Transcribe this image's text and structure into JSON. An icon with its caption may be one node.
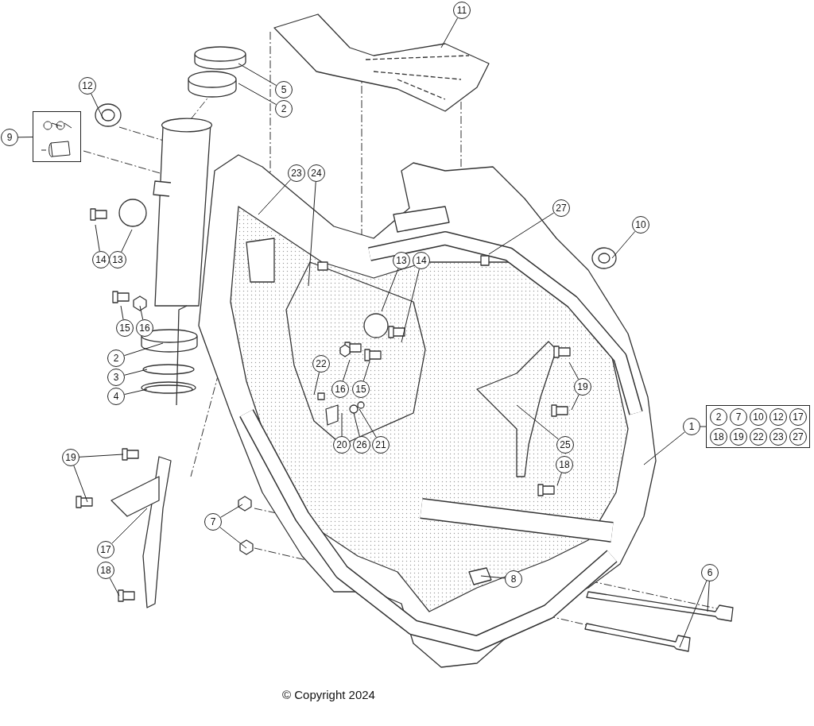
{
  "diagram": {
    "nodes": [
      {
        "text": [
          "11"
        ]
      },
      {
        "text": [
          "5"
        ]
      },
      {
        "text": [
          "12"
        ]
      },
      {
        "text": [
          "2"
        ]
      },
      {
        "text": [
          "9"
        ]
      },
      {
        "text": [],
        "shape": "box"
      },
      {
        "text": [
          "23"
        ]
      },
      {
        "text": [
          "24"
        ]
      },
      {
        "text": [
          "27"
        ]
      },
      {
        "text": [
          "10"
        ]
      },
      {
        "text": [
          "14"
        ]
      },
      {
        "text": [
          "13"
        ]
      },
      {
        "text": [
          "13"
        ]
      },
      {
        "text": [
          "14"
        ]
      },
      {
        "text": [
          "15"
        ]
      },
      {
        "text": [
          "16"
        ]
      },
      {
        "text": [
          "2"
        ]
      },
      {
        "text": [
          "3"
        ]
      },
      {
        "text": [
          "4"
        ]
      },
      {
        "text": [
          "22"
        ]
      },
      {
        "text": [
          "16"
        ]
      },
      {
        "text": [
          "15"
        ]
      },
      {
        "text": [
          "19"
        ]
      },
      {
        "text": [
          "20"
        ]
      },
      {
        "text": [
          "26"
        ]
      },
      {
        "text": [
          "21"
        ]
      },
      {
        "text": [
          "1"
        ]
      },
      {
        "text": [],
        "shape": "box"
      },
      {
        "text": [
          "2"
        ],
        "in": 27
      },
      {
        "text": [
          "7"
        ],
        "in": 27
      },
      {
        "text": [
          "10"
        ],
        "in": 27
      },
      {
        "text": [
          "12"
        ],
        "in": 27
      },
      {
        "text": [
          "17"
        ],
        "in": 27
      },
      {
        "text": [
          "18"
        ],
        "in": 27
      },
      {
        "text": [
          "19"
        ],
        "in": 27
      },
      {
        "text": [
          "22"
        ],
        "in": 27
      },
      {
        "text": [
          "23"
        ],
        "in": 27
      },
      {
        "text": [
          "27"
        ],
        "in": 27
      },
      {
        "text": [
          "25"
        ]
      },
      {
        "text": [
          "19"
        ]
      },
      {
        "text": [
          "18"
        ]
      },
      {
        "text": [
          "7"
        ]
      },
      {
        "text": [
          "17"
        ]
      },
      {
        "text": [
          "8"
        ]
      },
      {
        "text": [
          "6"
        ]
      },
      {
        "text": [
          "18"
        ]
      }
    ],
    "edges": [
      {
        "from": 0,
        "to": null,
        "arrow": "none"
      },
      {
        "from": 1,
        "to": null,
        "arrow": "none"
      },
      {
        "from": 2,
        "to": null,
        "arrow": "none"
      },
      {
        "from": 3,
        "to": null,
        "arrow": "none"
      },
      {
        "from": 4,
        "to": 5,
        "arrow": "none"
      },
      {
        "from": 6,
        "to": null,
        "arrow": "none"
      },
      {
        "from": 7,
        "to": null,
        "arrow": "none"
      },
      {
        "from": 8,
        "to": null,
        "arrow": "none"
      },
      {
        "from": 9,
        "to": null,
        "arrow": "none"
      },
      {
        "from": 10,
        "to": null,
        "arrow": "none"
      },
      {
        "from": 11,
        "to": null,
        "arrow": "none"
      },
      {
        "from": 12,
        "to": null,
        "arrow": "none"
      },
      {
        "from": 13,
        "to": null,
        "arrow": "none"
      },
      {
        "from": 14,
        "to": null,
        "arrow": "none"
      },
      {
        "from": 15,
        "to": null,
        "arrow": "none"
      },
      {
        "from": 16,
        "to": null,
        "arrow": "none"
      },
      {
        "from": 17,
        "to": null,
        "arrow": "none"
      },
      {
        "from": 18,
        "to": null,
        "arrow": "none"
      },
      {
        "from": 19,
        "to": null,
        "arrow": "none"
      },
      {
        "from": 20,
        "to": null,
        "arrow": "none"
      },
      {
        "from": 21,
        "to": null,
        "arrow": "none"
      },
      {
        "from": 22,
        "to": null,
        "arrow": "none"
      },
      {
        "from": 22,
        "to": null,
        "arrow": "none"
      },
      {
        "from": 23,
        "to": null,
        "arrow": "none"
      },
      {
        "from": 24,
        "to": null,
        "arrow": "none"
      },
      {
        "from": 25,
        "to": null,
        "arrow": "none"
      },
      {
        "from": 26,
        "to": null,
        "arrow": "none"
      },
      {
        "from": 26,
        "to": 27,
        "arrow": "none"
      },
      {
        "from": 38,
        "to": null,
        "arrow": "none"
      },
      {
        "from": 39,
        "to": null,
        "arrow": "none"
      },
      {
        "from": 39,
        "to": null,
        "arrow": "none"
      },
      {
        "from": 40,
        "to": null,
        "arrow": "none"
      },
      {
        "from": 41,
        "to": null,
        "arrow": "none"
      },
      {
        "from": 41,
        "to": null,
        "arrow": "none"
      },
      {
        "from": 42,
        "to": null,
        "arrow": "none"
      },
      {
        "from": 43,
        "to": null,
        "arrow": "none"
      },
      {
        "from": 44,
        "to": null,
        "arrow": "none"
      },
      {
        "from": 44,
        "to": null,
        "arrow": "none"
      },
      {
        "from": 45,
        "to": null,
        "arrow": "none"
      }
    ],
    "labels": [
      "© Copyright 2024"
    ]
  }
}
